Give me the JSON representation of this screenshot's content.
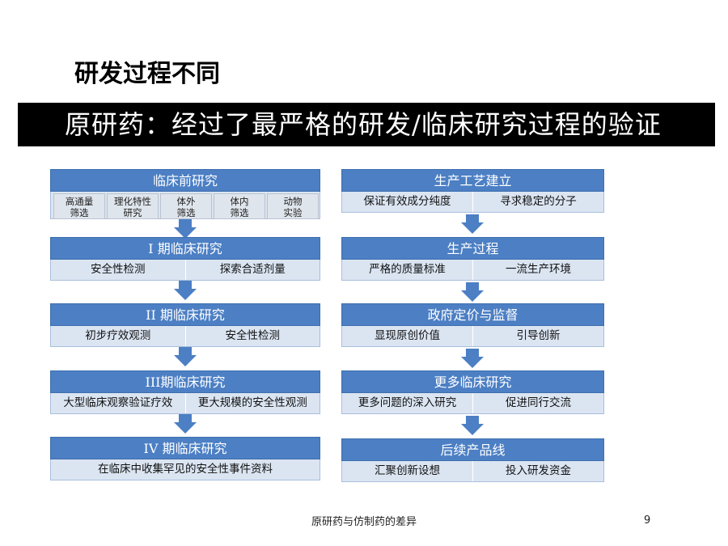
{
  "slide": {
    "title": "研发过程不同",
    "banner": "原研药：经过了最严格的研发/临床研究过程的验证",
    "footer": "原研药与仿制药的差异",
    "page_number": "9"
  },
  "left_column": {
    "preclinical": {
      "header": "临床前研究",
      "items": [
        "高通量\n筛选",
        "理化特性\n研究",
        "体外\n筛选",
        "体内\n筛选",
        "动物\n实验"
      ]
    },
    "stages": [
      {
        "header": "I 期临床研究",
        "cells": [
          "安全性检测",
          "探索合适剂量"
        ]
      },
      {
        "header": "II 期临床研究",
        "cells": [
          "初步疗效观测",
          "安全性检测"
        ]
      },
      {
        "header": "III期临床研究",
        "cells": [
          "大型临床观察验证疗效",
          "更大规模的安全性观测"
        ]
      },
      {
        "header": "IV 期临床研究",
        "cells": [
          "在临床中收集罕见的安全性事件资料"
        ]
      }
    ]
  },
  "right_column": {
    "stages": [
      {
        "header": "生产工艺建立",
        "cells": [
          "保证有效成分纯度",
          "寻求稳定的分子"
        ]
      },
      {
        "header": "生产过程",
        "cells": [
          "严格的质量标准",
          "一流生产环境"
        ]
      },
      {
        "header": "政府定价与监督",
        "cells": [
          "显现原创价值",
          "引导创新"
        ]
      },
      {
        "header": "更多临床研究",
        "cells": [
          "更多问题的深入研究",
          "促进同行交流"
        ]
      },
      {
        "header": "后续产品线",
        "cells": [
          "汇聚创新设想",
          "投入研发资金"
        ]
      }
    ]
  },
  "colors": {
    "header_blue": "#4c7fc4",
    "body_light": "#dbe5f2",
    "banner_bg": "#000000"
  }
}
